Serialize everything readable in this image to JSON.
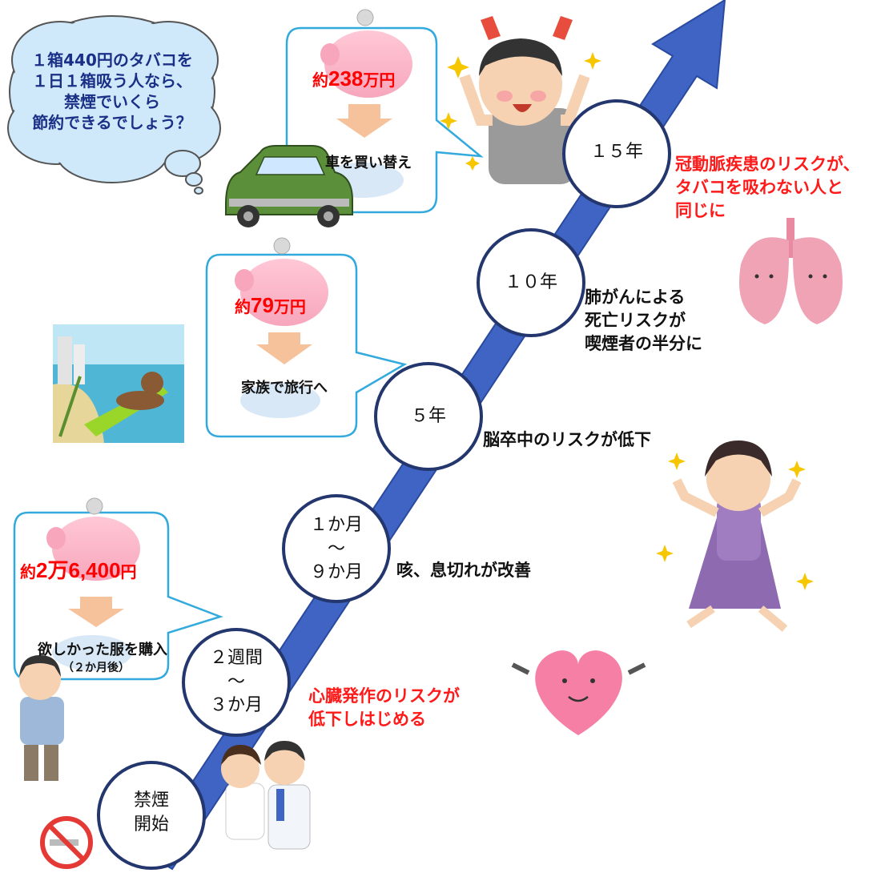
{
  "thought": {
    "lines": [
      "１箱440円のタバコを",
      "１日１箱吸う人なら、",
      "禁煙でいくら",
      "節約できるでしょう？"
    ]
  },
  "milestones": [
    {
      "id": "start",
      "lines": [
        "禁煙",
        "開始"
      ]
    },
    {
      "id": "2w3m",
      "lines": [
        "２週間",
        "～",
        "３か月"
      ]
    },
    {
      "id": "1m9m",
      "lines": [
        "１か月",
        "～",
        "９か月"
      ]
    },
    {
      "id": "5y",
      "lines": [
        "５年"
      ]
    },
    {
      "id": "10y",
      "lines": [
        "１０年"
      ]
    },
    {
      "id": "15y",
      "lines": [
        "１５年"
      ]
    }
  ],
  "benefits": {
    "heart_attack": [
      "心臓発作のリスクが",
      "低下しはじめる"
    ],
    "cough": [
      "咳、息切れが改善"
    ],
    "stroke": [
      "脳卒中のリスクが低下"
    ],
    "lung_cancer": [
      "肺がんによる",
      "死亡リスクが",
      "喫煙者の半分に"
    ],
    "coronary": [
      "冠動脈疾患のリスクが、",
      "タバコを吸わない人と",
      "同じに"
    ]
  },
  "savings": [
    {
      "id": "2months",
      "amount_prefix": "約",
      "amount": "2万6,400",
      "unit": "円",
      "caption": "欲しかった服を購入",
      "sub": "（２か月後）"
    },
    {
      "id": "5years",
      "amount_prefix": "約",
      "amount": "79",
      "unit": "万円",
      "caption": "家族で旅行へ"
    },
    {
      "id": "15years",
      "amount_prefix": "約",
      "amount": "238",
      "unit": "万円",
      "caption": "車を買い替え"
    }
  ],
  "colors": {
    "arrow": "#3f64c4",
    "bubble_border": "#33aadd",
    "accent_red": "#ff1a1a",
    "circle_border": "#23366e"
  }
}
